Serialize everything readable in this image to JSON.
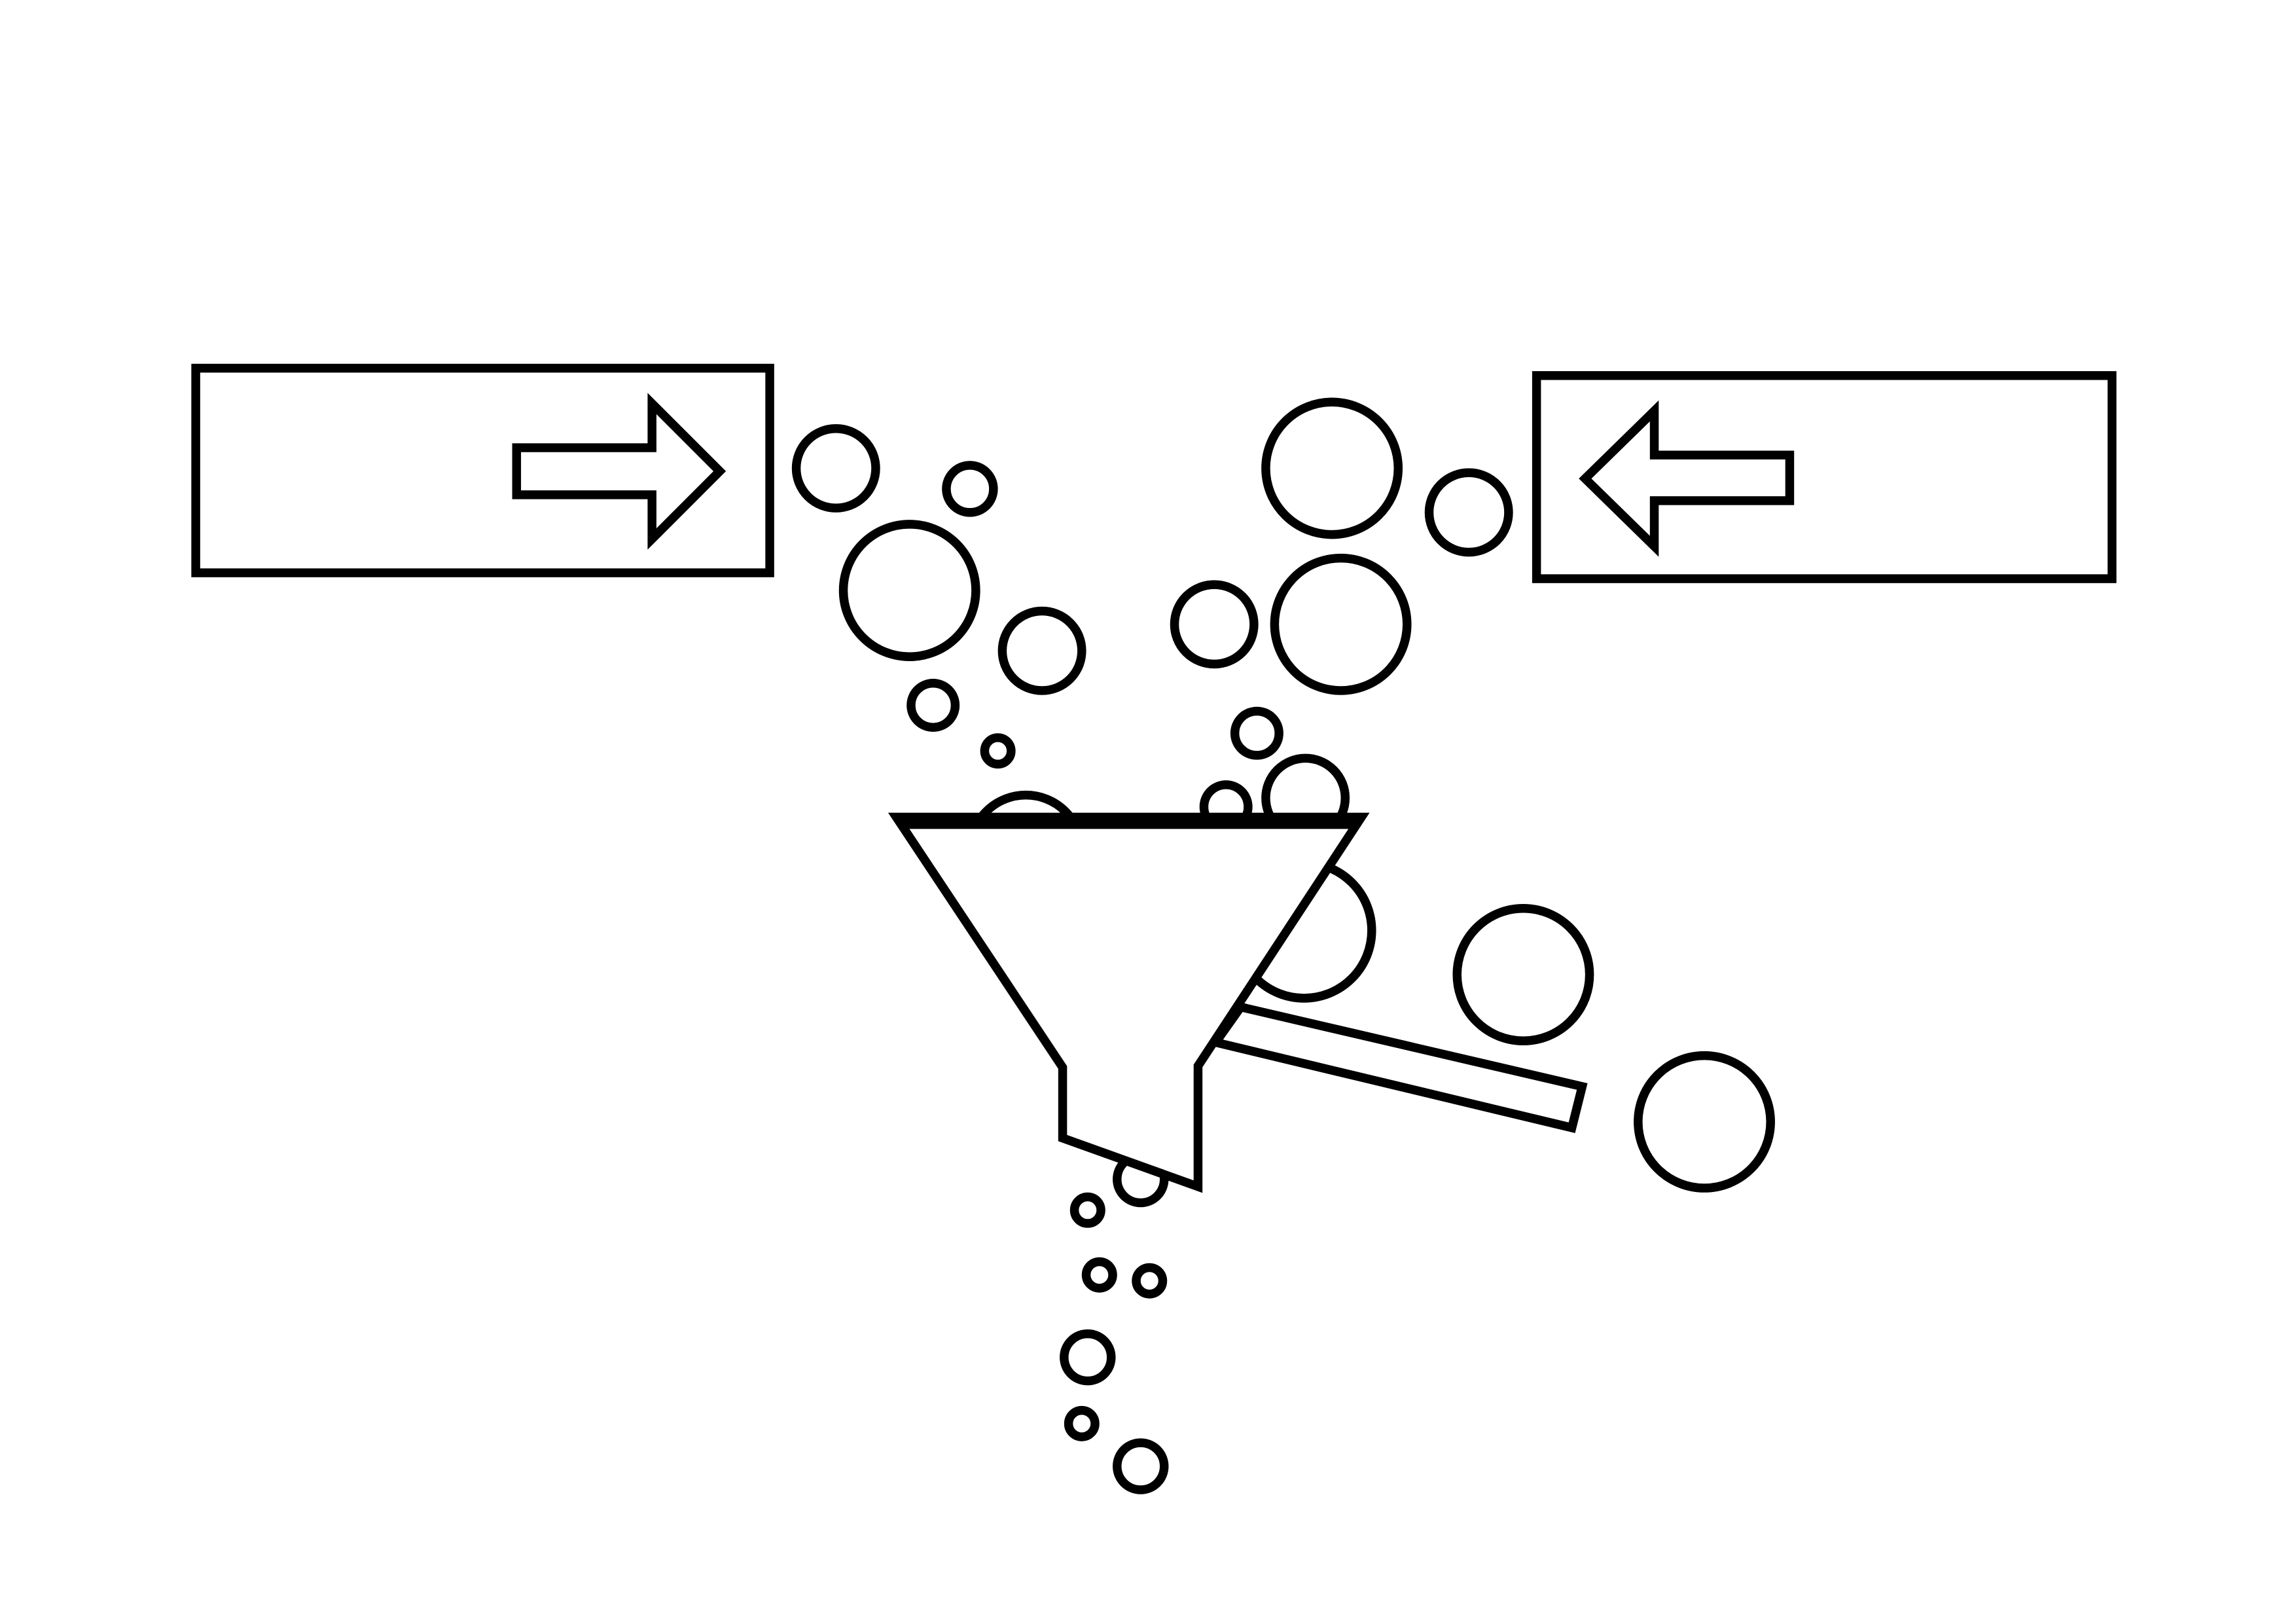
{
  "diagram": {
    "stroke_color": "#000000",
    "background_color": "#ffffff",
    "elements": [
      "input-box-left-with-right-arrow",
      "input-box-right-with-left-arrow",
      "bubbles",
      "funnel",
      "side-tube",
      "output-bubbles"
    ]
  }
}
